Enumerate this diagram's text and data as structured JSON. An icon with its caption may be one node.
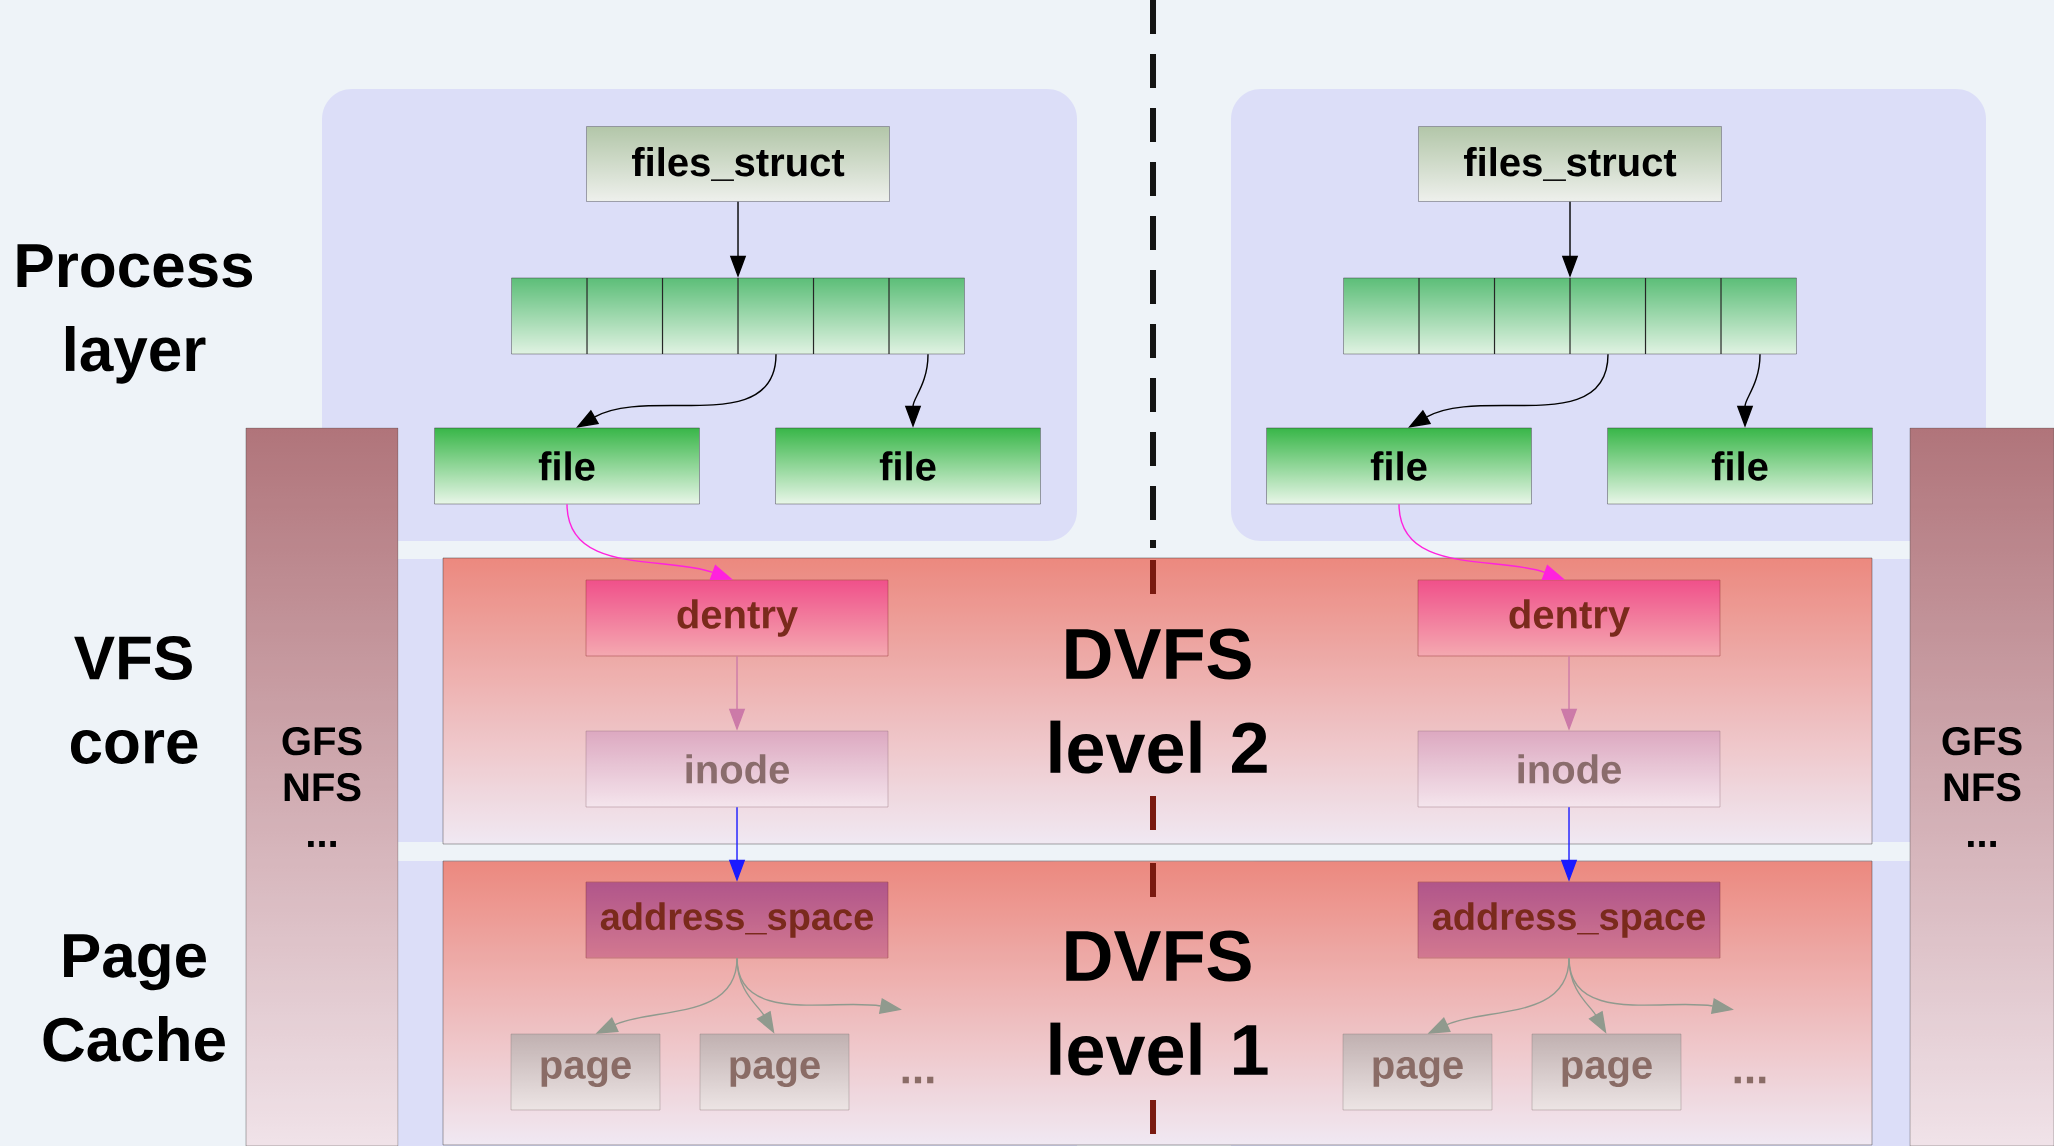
{
  "diagram": {
    "nodes": [
      {
        "text": [
          "GFS NFS ..."
        ]
      },
      {
        "text": [
          "GFS NFS ..."
        ]
      },
      {
        "text": [
          "DVFS level 2"
        ]
      },
      {
        "text": [
          "DVFS level 1"
        ]
      },
      {
        "text": [
          "files_struct"
        ]
      },
      {
        "text": [],
        "shape": "box"
      },
      {
        "text": [
          "file"
        ]
      },
      {
        "text": [
          "file"
        ]
      },
      {
        "text": [
          "dentry"
        ],
        "in": 2
      },
      {
        "text": [
          "inode"
        ],
        "in": 2
      },
      {
        "text": [
          "address_space"
        ],
        "in": 3
      },
      {
        "text": [
          "page"
        ],
        "in": 3
      },
      {
        "text": [
          "page"
        ],
        "in": 3
      },
      {
        "text": [
          "..."
        ],
        "in": 3
      },
      {
        "text": [
          "files_struct"
        ]
      },
      {
        "text": [],
        "shape": "box"
      },
      {
        "text": [
          "file"
        ]
      },
      {
        "text": [
          "file"
        ]
      },
      {
        "text": [
          "dentry"
        ],
        "in": 2
      },
      {
        "text": [
          "inode"
        ],
        "in": 2
      },
      {
        "text": [
          "address_space"
        ],
        "in": 3
      },
      {
        "text": [
          "page"
        ],
        "in": 3
      },
      {
        "text": [
          "page"
        ],
        "in": 3
      },
      {
        "text": [
          "..."
        ],
        "in": 3
      }
    ],
    "edges": [
      {
        "from": 4,
        "to": 5,
        "arrow": "to"
      },
      {
        "from": 5,
        "to": 6,
        "arrow": "to"
      },
      {
        "from": 5,
        "to": 7,
        "arrow": "to"
      },
      {
        "from": 6,
        "to": 8,
        "arrow": "to",
        "color": "#ff22dd"
      },
      {
        "from": 8,
        "to": 9,
        "arrow": "to",
        "color": "#cc7aa8"
      },
      {
        "from": 9,
        "to": 10,
        "arrow": "to",
        "color": "#1a1aff"
      },
      {
        "from": 10,
        "to": 11,
        "arrow": "to",
        "color": "#909a8e"
      },
      {
        "from": 10,
        "to": 12,
        "arrow": "to",
        "color": "#909a8e"
      },
      {
        "from": 10,
        "to": 13,
        "arrow": "to",
        "color": "#909a8e"
      },
      {
        "from": 14,
        "to": 15,
        "arrow": "to"
      },
      {
        "from": 15,
        "to": 16,
        "arrow": "to"
      },
      {
        "from": 15,
        "to": 17,
        "arrow": "to"
      },
      {
        "from": 16,
        "to": 18,
        "arrow": "to",
        "color": "#ff22dd"
      },
      {
        "from": 18,
        "to": 19,
        "arrow": "to",
        "color": "#cc7aa8"
      },
      {
        "from": 19,
        "to": 20,
        "arrow": "to",
        "color": "#1a1aff"
      },
      {
        "from": 20,
        "to": 21,
        "arrow": "to",
        "color": "#909a8e"
      },
      {
        "from": 20,
        "to": 22,
        "arrow": "to",
        "color": "#909a8e"
      },
      {
        "from": 20,
        "to": 23,
        "arrow": "to",
        "color": "#909a8e"
      }
    ],
    "labels": [
      "Process layer",
      "VFS core",
      "Page Cache"
    ]
  }
}
